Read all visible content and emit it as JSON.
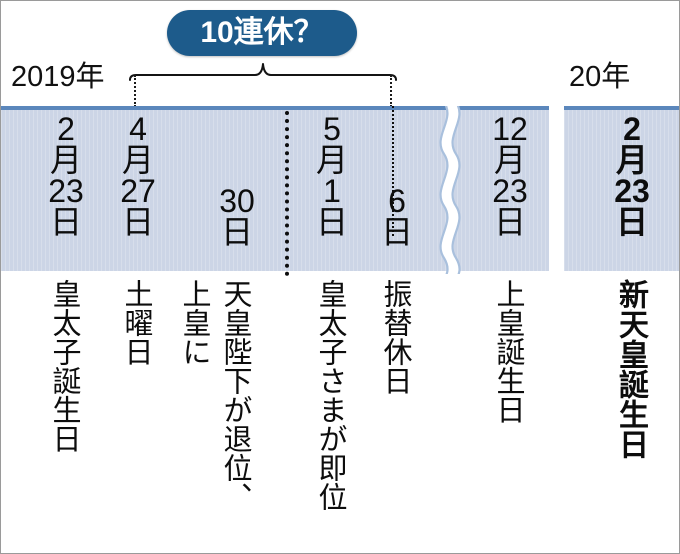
{
  "title": {
    "badge_label": "10連休？"
  },
  "years": {
    "left": "2019年",
    "right": "20年"
  },
  "colors": {
    "badge": "#1d5b8b",
    "band_fill": "#ccd5e6",
    "band_top_border": "#5b87bc",
    "text": "#0d0d0d",
    "frame": "#9a9a9a"
  },
  "band": {
    "entries": [
      {
        "id": "feb23-2019",
        "date_lines": [
          "2",
          "月",
          "23",
          "日"
        ],
        "caption": "皇太子誕生日",
        "bold": false
      },
      {
        "id": "apr27-2019",
        "date_lines": [
          "4",
          "月",
          "27",
          "日"
        ],
        "caption": "土曜日",
        "bold": false
      },
      {
        "id": "apr30-2019",
        "date_lines": [
          "30",
          "日"
        ],
        "caption": "天皇陛下が退位、",
        "caption_extra": "上皇に",
        "bold": false
      },
      {
        "id": "may1-2019",
        "date_lines": [
          "5",
          "月",
          "1",
          "日"
        ],
        "caption": "皇太子さまが即位",
        "bold": false
      },
      {
        "id": "may6-2019",
        "date_lines": [
          "6",
          "日"
        ],
        "caption": "振替休日",
        "bold": false
      },
      {
        "id": "dec23-2019",
        "date_lines": [
          "12",
          "月",
          "23",
          "日"
        ],
        "caption": "上皇誕生日",
        "bold": false
      },
      {
        "id": "feb23-2020",
        "date_lines": [
          "2",
          "月",
          "23",
          "日"
        ],
        "caption": "新天皇誕生日",
        "bold": true
      }
    ]
  },
  "annotations": {
    "bracket_note": "10連休？ span bracket from 2019/4/27 to 2019/5/6",
    "break_note": "wavy timeline break between 2019/5/6 and 2019/12/23"
  }
}
